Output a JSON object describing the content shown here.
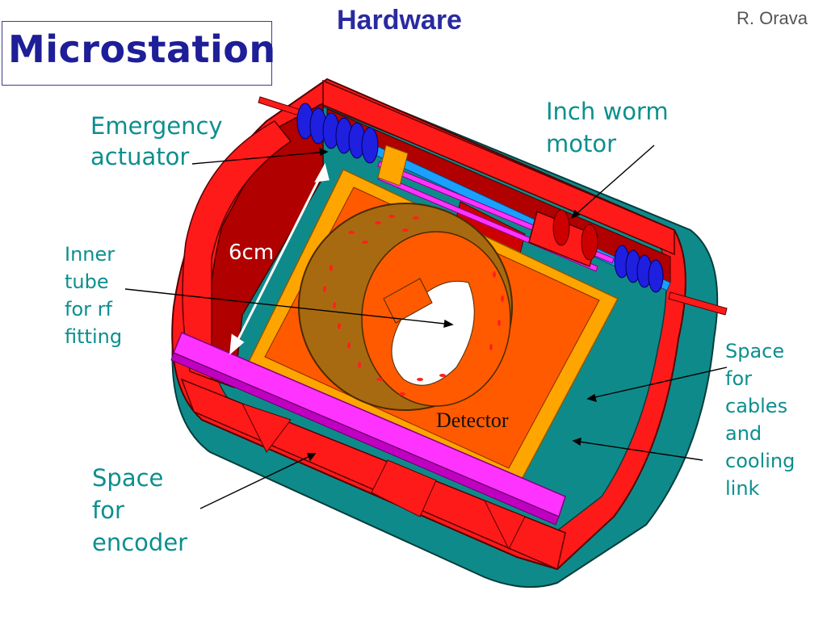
{
  "slide": {
    "title": "Microstation",
    "heading": "Hardware",
    "author": "R. Orava"
  },
  "labels": {
    "emergency_actuator": "Emergency\nactuator",
    "inch_worm_motor": "Inch worm\nmotor",
    "inner_tube": "Inner\ntube\nfor rf\nfitting",
    "dimension": "6cm",
    "space_cables": "Space\nfor\ncables\nand\ncooling\nlink",
    "space_encoder": "Space\nfor\nencoder",
    "detector": "Detector"
  },
  "colors": {
    "housing_red": "#ff1a1a",
    "dark_red": "#b00000",
    "teal": "#0f8a8a",
    "orange_frame": "#ffa500",
    "orange_plate": "#ff5a00",
    "magenta_rail": "#ff33ff",
    "blue_spring": "#1f1fe0",
    "label_teal": "#0c8f8f",
    "title_blue": "#1e1e99"
  }
}
